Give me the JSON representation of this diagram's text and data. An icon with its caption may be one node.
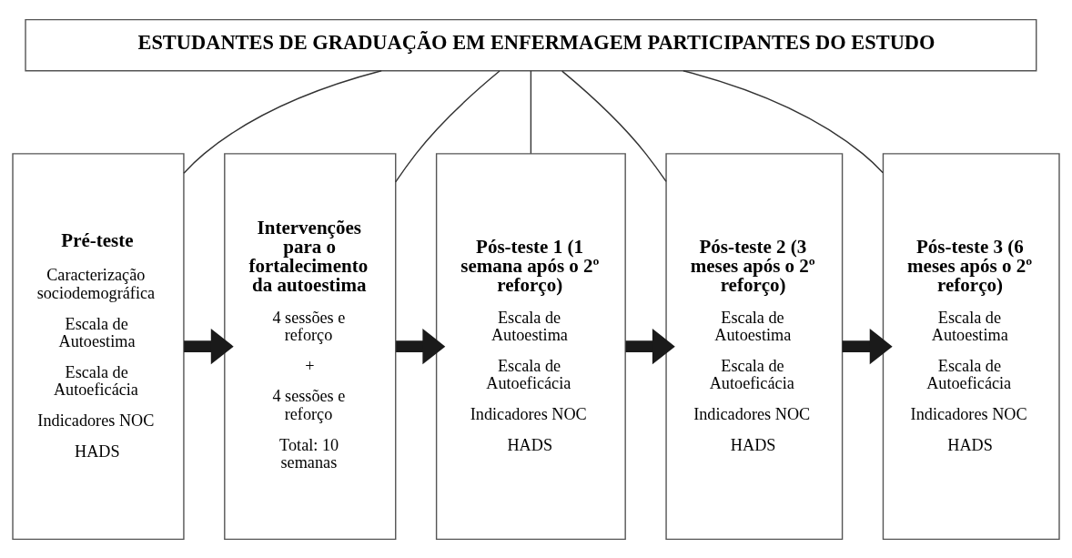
{
  "diagram": {
    "nodes": [
      {
        "text": [
          "ESTUDANTES DE GRADUAÇÃO EM ENFERMAGEM PARTICIPANTES DO ESTUDO"
        ]
      },
      {
        "text": [
          "Pré-teste",
          "Caracterização sociodemográfica",
          "Escala de Autoestima",
          "Escala de Autoeficácia",
          "Indicadores NOC",
          "HADS"
        ]
      },
      {
        "text": [
          "Intervenções para o fortalecimento da autoestima",
          "4 sessões e reforço",
          "+",
          "4 sessões e reforço",
          "Total: 10 semanas"
        ]
      },
      {
        "text": [
          "Pós-teste 1 (1 semana após o 2º reforço)",
          "Escala de Autoestima",
          "Escala de Autoeficácia",
          "Indicadores NOC",
          "HADS"
        ]
      },
      {
        "text": [
          "Pós-teste 2 (3 meses após o 2º reforço)",
          "Escala de Autoestima",
          "Escala de Autoeficácia",
          "Indicadores NOC",
          "HADS"
        ]
      },
      {
        "text": [
          "Pós-teste 3 (6 meses após o 2º reforço)",
          "Escala de Autoestima",
          "Escala de Autoeficácia",
          "Indicadores NOC",
          "HADS"
        ]
      }
    ],
    "edges": [
      {
        "from": 0,
        "to": 1,
        "arrow": "none"
      },
      {
        "from": 0,
        "to": 2,
        "arrow": "none"
      },
      {
        "from": 0,
        "to": 3,
        "arrow": "none"
      },
      {
        "from": 0,
        "to": 4,
        "arrow": "none"
      },
      {
        "from": 0,
        "to": 5,
        "arrow": "none"
      },
      {
        "from": 1,
        "to": 2,
        "arrow": "to",
        "style": "thick"
      },
      {
        "from": 2,
        "to": 3,
        "arrow": "to",
        "style": "thick"
      },
      {
        "from": 3,
        "to": 4,
        "arrow": "to",
        "style": "thick"
      },
      {
        "from": 4,
        "to": 5,
        "arrow": "to",
        "style": "thick"
      }
    ]
  }
}
